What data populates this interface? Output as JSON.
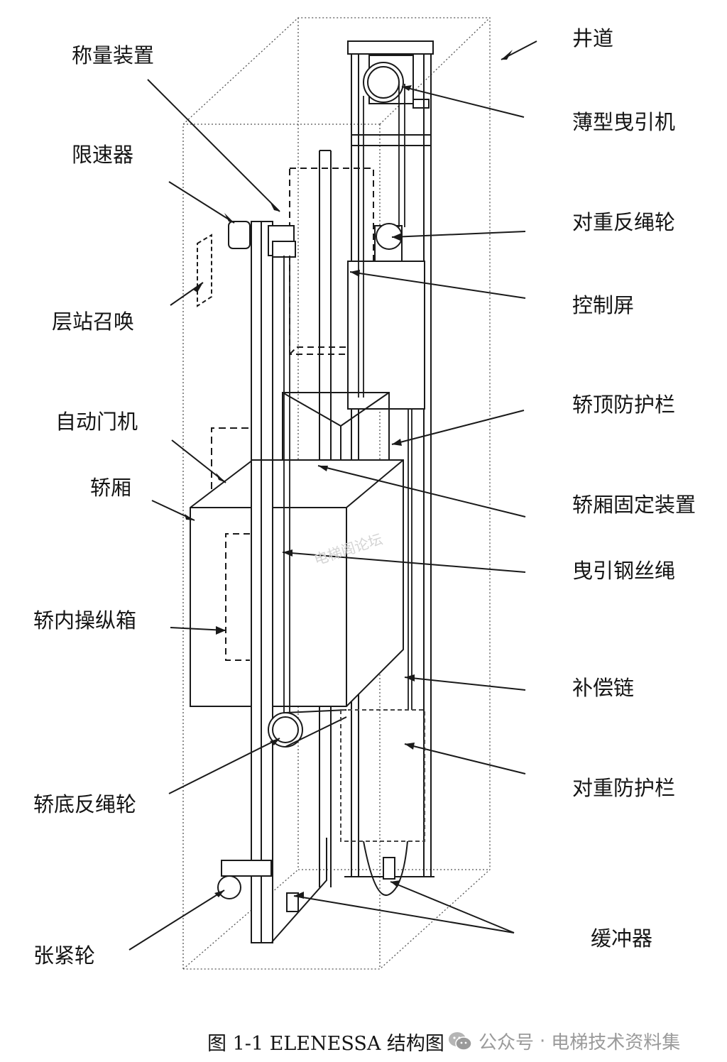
{
  "labels": {
    "shaft": "井道",
    "weighing_device": "称量装置",
    "thin_traction_machine": "薄型曳引机",
    "speed_governor": "限速器",
    "counterweight_diverter_sheave": "对重反绳轮",
    "control_panel": "控制屏",
    "landing_call": "层站召唤",
    "car_top_guardrail": "轿顶防护栏",
    "automatic_door_operator": "自动门机",
    "car": "轿厢",
    "car_fixing_device": "轿厢固定装置",
    "traction_wire_rope": "曳引钢丝绳",
    "car_operating_panel": "轿内操纵箱",
    "compensation_chain": "补偿链",
    "counterweight_guardrail": "对重防护栏",
    "car_bottom_diverter_sheave": "轿底反绳轮",
    "buffer": "缓冲器",
    "tension_pulley": "张紧轮"
  },
  "caption": "图 1-1 ELENESSA 结构图",
  "watermark": {
    "prefix": "公众号",
    "separator": "·",
    "account": "电梯技术资料集",
    "inline": "电梯阁论坛"
  }
}
